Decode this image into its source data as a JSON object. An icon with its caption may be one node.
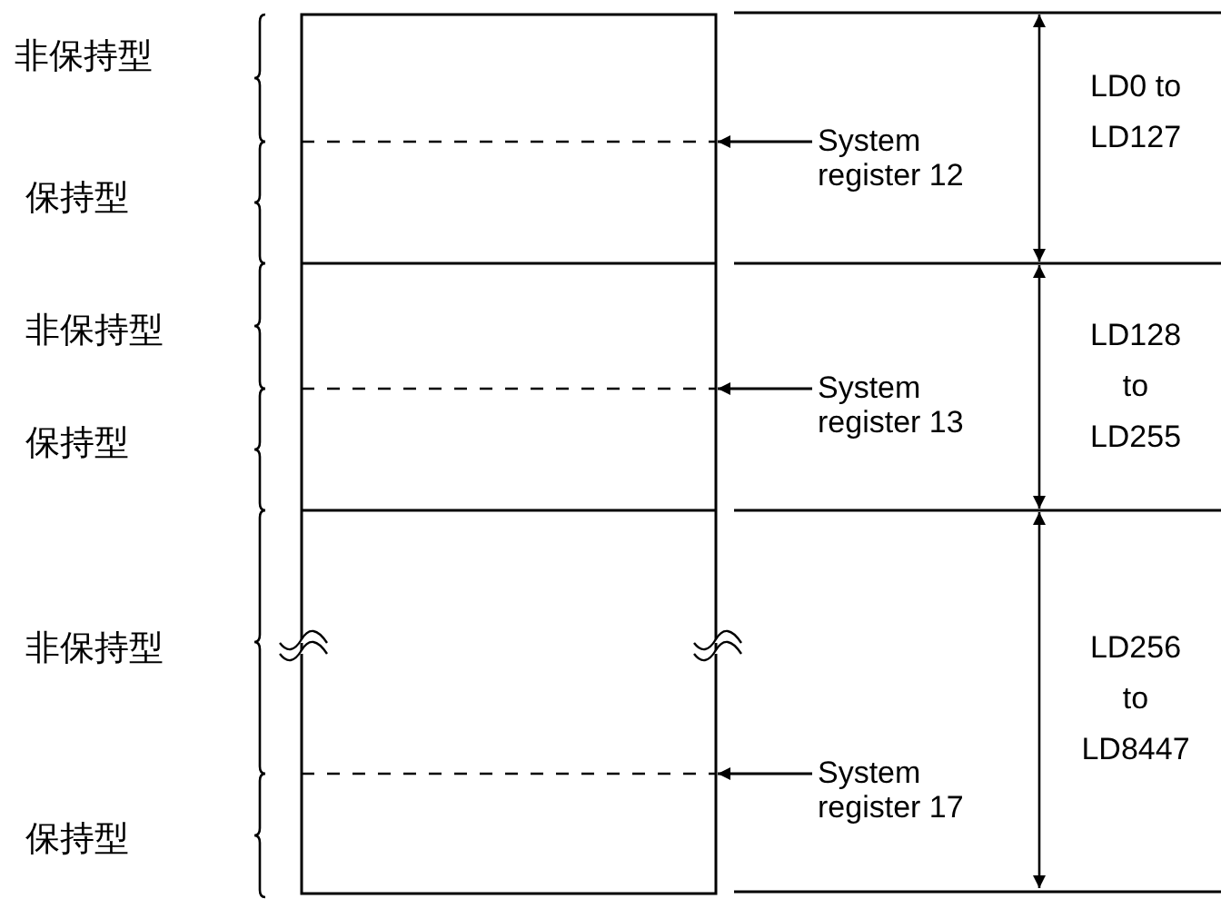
{
  "diagram": {
    "nodes": [
      {
        "text": [
          "System register 12"
        ]
      },
      {
        "text": [
          "System register 13"
        ]
      },
      {
        "text": [
          "System register 17"
        ]
      }
    ],
    "edges": [
      {
        "from": 0,
        "to": null,
        "arrow": "to"
      },
      {
        "from": 1,
        "to": null,
        "arrow": "to"
      },
      {
        "from": 2,
        "to": null,
        "arrow": "to"
      }
    ],
    "labels": [
      "非保持型",
      "保持型",
      "非保持型",
      "保持型",
      "非保持型",
      "保持型",
      "LD0 to LD127",
      "LD128 to LD255",
      "LD256 to LD8447"
    ]
  }
}
